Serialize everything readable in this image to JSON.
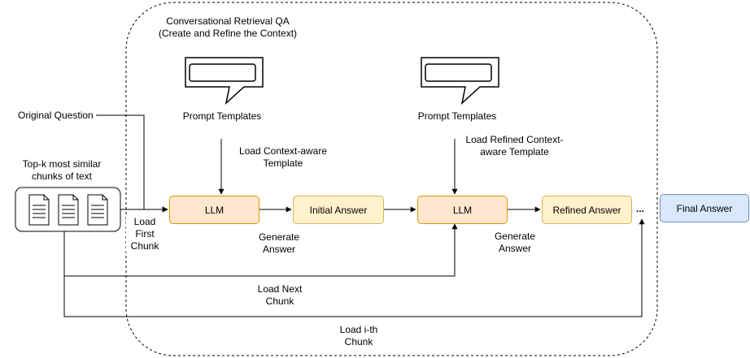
{
  "container_title": {
    "line1": "Conversational Retrieval QA",
    "line2": "(Create and Refine the Context)"
  },
  "inputs": {
    "original_question": "Original Question",
    "chunks_line1": "Top-k most similar",
    "chunks_line2": "chunks of text"
  },
  "prompt_templates": {
    "first": "Prompt Templates",
    "second": "Prompt Templates"
  },
  "edge_labels": {
    "load_context_line1": "Load Context-aware",
    "load_context_line2": "Template",
    "load_refined_line1": "Load Refined Context-",
    "load_refined_line2": "aware Template",
    "load_first_line1": "Load",
    "load_first_line2": "First",
    "load_first_line3": "Chunk",
    "generate1_line1": "Generate",
    "generate1_line2": "Answer",
    "generate2_line1": "Generate",
    "generate2_line2": "Answer",
    "load_next_line1": "Load Next",
    "load_next_line2": "Chunk",
    "load_ith_line1": "Load i-th",
    "load_ith_line2": "Chunk"
  },
  "nodes": {
    "llm1": "LLM",
    "initial_answer": "Initial Answer",
    "llm2": "LLM",
    "refined_answer": "Refined Answer",
    "ellipsis": "...",
    "final_answer": "Final Answer"
  },
  "colors": {
    "llm_fill": "#ffe6cc",
    "llm_stroke": "#d79b00",
    "answer_fill": "#fff2cc",
    "answer_stroke": "#d6b656",
    "final_fill": "#dae8fc",
    "final_stroke": "#6c8ebf"
  }
}
